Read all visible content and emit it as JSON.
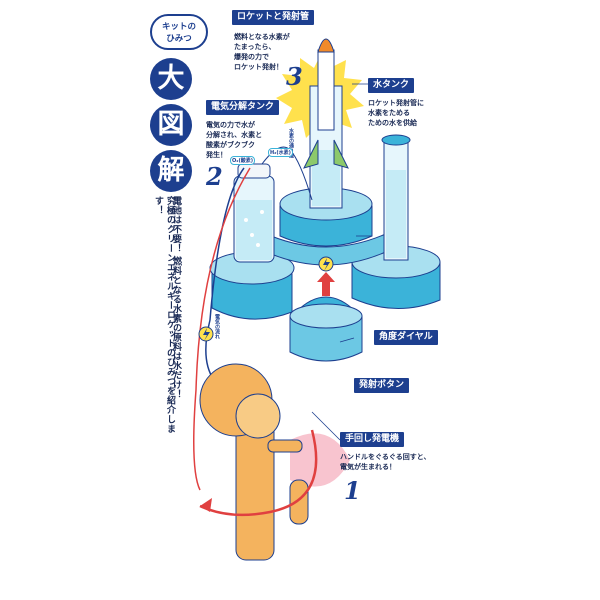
{
  "header": {
    "bubble_text": "キットの\nひみつ",
    "title_chars": [
      "大",
      "図",
      "解"
    ]
  },
  "intro": {
    "lines": [
      "電池は不要！ 燃料となる水素の原料は水だけ！",
      "究極のクリーンエネルギーロケットのひみつを紹介します！"
    ]
  },
  "parts": {
    "rocket": {
      "number": "3",
      "label": "ロケットと発射管",
      "desc": "燃料となる水素が\nたまったら、\n爆発の力で\nロケット発射！"
    },
    "tank": {
      "number": "2",
      "label": "電気分解タンク",
      "desc": "電気の力で水が\n分解され、水素と\n酸素がブクブク\n発生！"
    },
    "water": {
      "label": "水タンク",
      "desc": "ロケット発射管に\n水素をためる\nための水を供給"
    },
    "dial": {
      "label": "角度ダイヤル"
    },
    "button": {
      "label": "発射ボタン"
    },
    "generator": {
      "number": "1",
      "label": "手回し発電機",
      "desc": "ハンドルをぐるぐる回すと、\n電気が生まれる！"
    }
  },
  "annotations": {
    "hydrogen_path": "水素の通り道",
    "electric_path": "電気の流れ",
    "h2_tag": "H₂(水素)",
    "o2_tag": "O₂(酸素)"
  },
  "colors": {
    "navy": "#1d3f8f",
    "cyan": "#3bb3d9",
    "light_cyan": "#a9e0f0",
    "orange": "#f4b35e",
    "yellow": "#ffe14d",
    "red": "#e04040"
  }
}
